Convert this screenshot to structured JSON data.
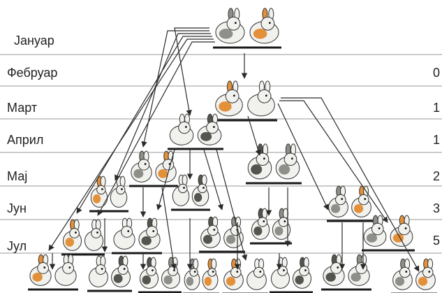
{
  "months": [
    "Јануар",
    "Фебруар",
    "Март",
    "Април",
    "Мај",
    "Јун",
    "Јул"
  ],
  "counts": [
    "",
    "0",
    "1",
    "1",
    "2",
    "3",
    "5"
  ],
  "colors": {
    "rabbit_white": "#f1f1ee",
    "rabbit_gray": "#8f8f8a",
    "rabbit_orange": "#e3903a",
    "rabbit_dark": "#55554f"
  }
}
